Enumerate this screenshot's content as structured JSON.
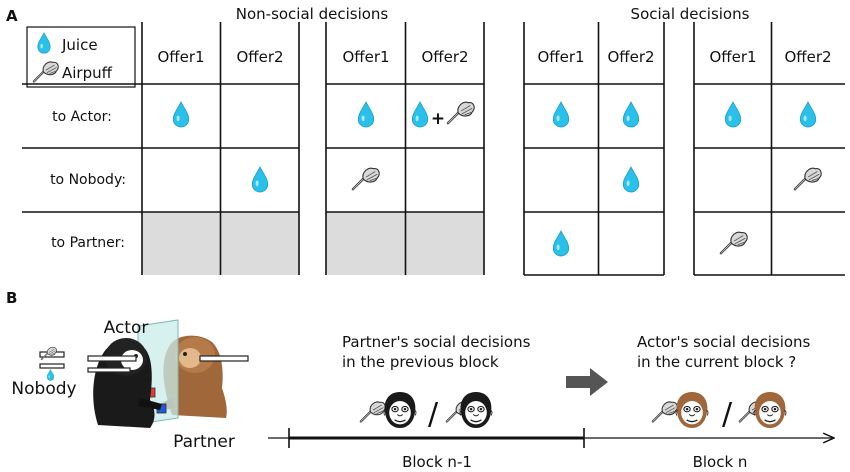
{
  "panel_a": {
    "label": "A",
    "legend": {
      "juice": "Juice",
      "airpuff": "Airpuff"
    },
    "group_nonsocial": "Non-social decisions",
    "group_social": "Social decisions",
    "offer1": "Offer1",
    "offer2": "Offer2",
    "rows": [
      "to Actor:",
      "to Nobody:",
      "to Partner:"
    ],
    "plus": "+"
  },
  "panel_b": {
    "label": "B",
    "actor": "Actor",
    "nobody": "Nobody",
    "partner": "Partner",
    "prev_text_1": "Partner's social decisions",
    "prev_text_2": "in the previous block",
    "curr_text_1": "Actor's social decisions",
    "curr_text_2": "in the current block ?",
    "slash": "/",
    "block_prev": "Block n-1",
    "block_curr": "Block n"
  },
  "colors": {
    "juice": "#29c0ea",
    "shaded": "#dcdcdc",
    "actor_monkey": "#1a1a1a",
    "partner_monkey": "#a0683a",
    "arrow": "#555555"
  }
}
